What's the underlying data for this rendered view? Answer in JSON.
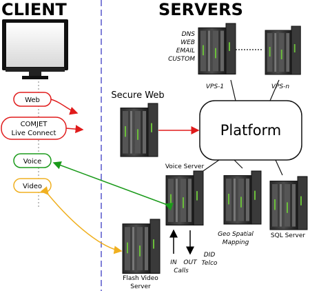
{
  "headers": {
    "client": "CLIENT",
    "servers": "SERVERS"
  },
  "client_items": [
    {
      "id": "web",
      "label": "Web"
    },
    {
      "id": "comjet_1",
      "label": "COMJET"
    },
    {
      "id": "comjet_2",
      "label": "Live Connect"
    },
    {
      "id": "voice",
      "label": "Voice"
    },
    {
      "id": "video",
      "label": "Video"
    }
  ],
  "servers": {
    "secure_web": "Secure Web",
    "platform": "Platform",
    "vps_1": "VPS-1",
    "vps_n": "VPS-n",
    "vps_services": [
      "DNS",
      "WEB",
      "EMAIL",
      "CUSTOM"
    ],
    "voice_server": "Voice Server",
    "geo_spatial": [
      "Geo Spatial",
      "Mapping"
    ],
    "sql_server": "SQL Server",
    "flash_video": [
      "Flash Video",
      "Server"
    ],
    "calls_in": "IN",
    "calls_out": "OUT",
    "calls": "Calls",
    "did_telco": [
      "DID",
      "Telco"
    ]
  },
  "colors": {
    "web_link": "#e01b1b",
    "voice_link": "#1a9a1a",
    "video_link": "#f0b020",
    "divider": "#5555cc"
  }
}
